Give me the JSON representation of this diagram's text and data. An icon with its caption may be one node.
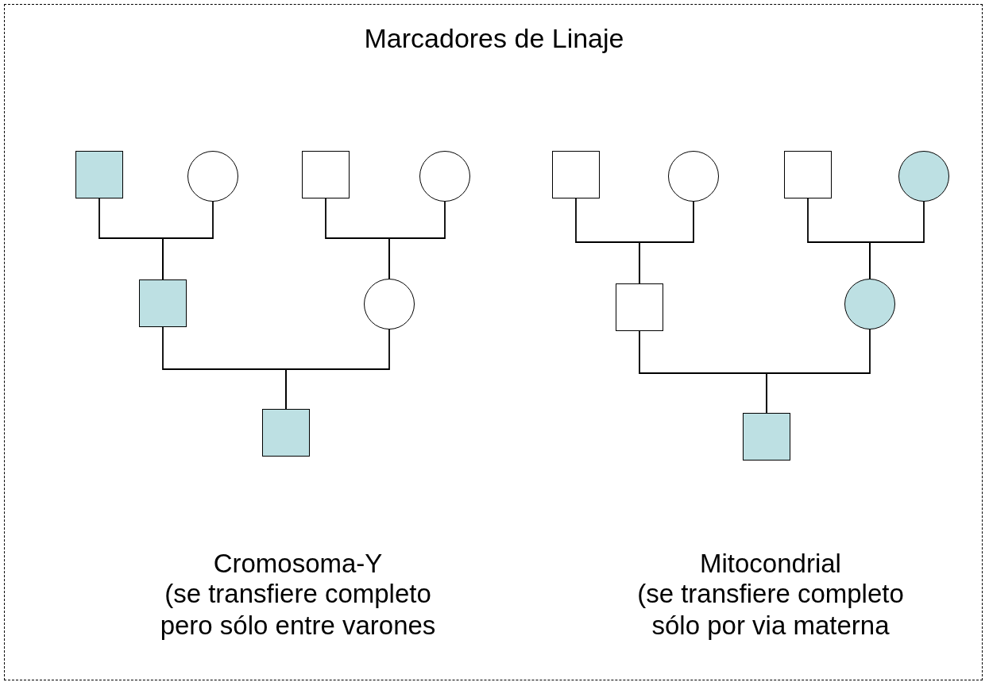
{
  "diagram": {
    "title": "Marcadores de Linaje",
    "nodes": [
      {
        "text": [],
        "shape": "box"
      },
      {
        "text": [],
        "shape": "circle"
      },
      {
        "text": [],
        "shape": "box"
      },
      {
        "text": [],
        "shape": "circle"
      },
      {
        "text": [],
        "shape": "box"
      },
      {
        "text": [],
        "shape": "circle"
      },
      {
        "text": [],
        "shape": "box"
      },
      {
        "text": [],
        "shape": "circle"
      },
      {
        "text": [],
        "shape": "box"
      },
      {
        "text": [],
        "shape": "circle"
      },
      {
        "text": [],
        "shape": "box"
      },
      {
        "text": [],
        "shape": "circle"
      },
      {
        "text": [],
        "shape": "box"
      },
      {
        "text": [],
        "shape": "box"
      }
    ],
    "edges": [
      {
        "from": 0,
        "to": 8,
        "arrow": "none"
      },
      {
        "from": 1,
        "to": 8,
        "arrow": "none"
      },
      {
        "from": 2,
        "to": 9,
        "arrow": "none"
      },
      {
        "from": 3,
        "to": 9,
        "arrow": "none"
      },
      {
        "from": 8,
        "to": 12,
        "arrow": "none"
      },
      {
        "from": 9,
        "to": 12,
        "arrow": "none"
      },
      {
        "from": 4,
        "to": 10,
        "arrow": "none"
      },
      {
        "from": 5,
        "to": 10,
        "arrow": "none"
      },
      {
        "from": 6,
        "to": 11,
        "arrow": "none"
      },
      {
        "from": 7,
        "to": 11,
        "arrow": "none"
      },
      {
        "from": 10,
        "to": 13,
        "arrow": "none"
      },
      {
        "from": 11,
        "to": 13,
        "arrow": "none"
      }
    ],
    "labels": [
      "Cromosoma-Y",
      "(se transfiere completo pero sólo entre varones",
      "Mitocondrial",
      "(se transfiere completo sólo por via materna"
    ]
  }
}
